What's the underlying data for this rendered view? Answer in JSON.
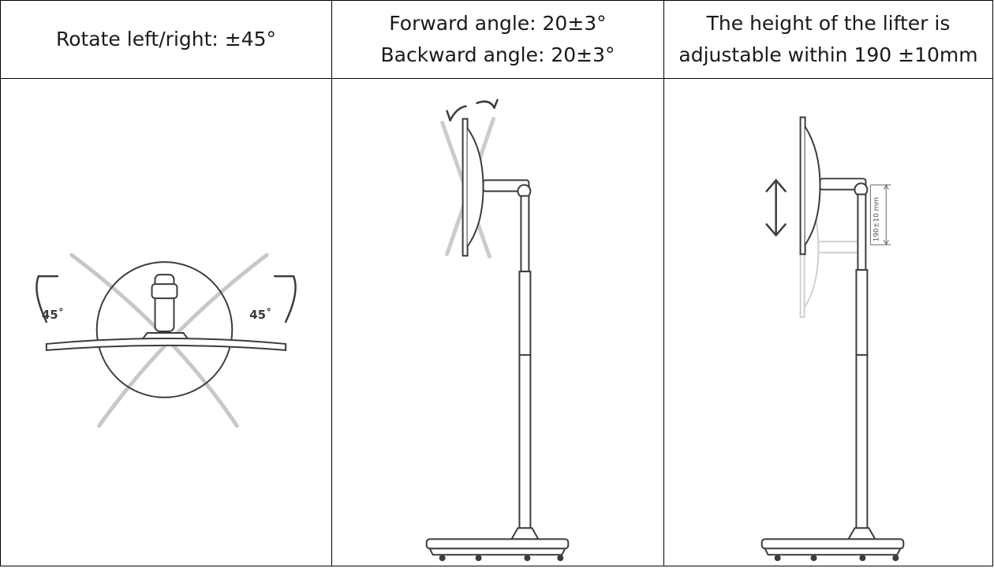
{
  "columns": [
    {
      "header_lines": [
        "Rotate left/right: ±45°"
      ],
      "angle_labels": [
        "45˚",
        "45˚"
      ]
    },
    {
      "header_lines": [
        "Forward angle: 20±3°",
        "Backward angle: 20±3°"
      ]
    },
    {
      "header_lines": [
        "The height of the lifter is",
        "adjustable within 190 ±10mm"
      ],
      "dimension_label": "190±10 mm"
    }
  ],
  "colors": {
    "border": "#000000",
    "stroke": "#3c3c3c",
    "ghost": "#c8c8c8"
  },
  "icons": [
    "curved-arrow-icon",
    "double-arrow-icon"
  ]
}
